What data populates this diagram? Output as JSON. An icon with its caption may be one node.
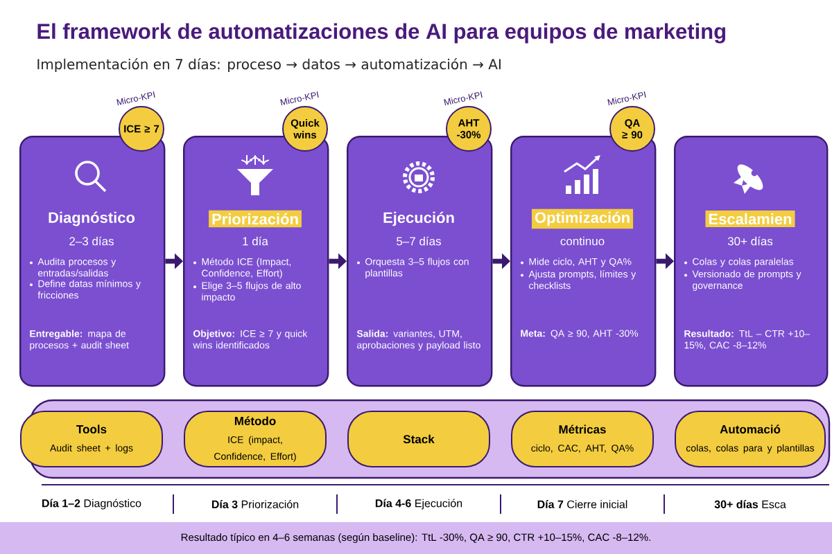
{
  "diagram": {
    "title": "El framework de automatizaciones de AI para equipos de marketing",
    "nodes": [
      {
        "text": [
          "Diagnóstico",
          "2–3 días",
          "Audita procesos y entradas/salidas",
          "Define datas mínimos y fricciones",
          "**Entregable:** mapa de procesos + audit sheet"
        ]
      },
      {
        "text": [
          "ICE ≥ 7"
        ],
        "beside": [
          "Micro-KPI"
        ]
      },
      {
        "text": [
          "Priorización",
          "1 día",
          "Método ICE (Impact, Confidence, Effort)",
          "Elige 3–5 flujos de alto impacto",
          "**Objetivo:** ICE ≥ 7 y quick wins identificados"
        ]
      },
      {
        "text": [
          "Quick wins"
        ],
        "beside": [
          "Micro-KPI"
        ]
      },
      {
        "text": [
          "Ejecución",
          "5–7 días",
          "Orquesta 3–5 flujos con plantillas",
          "**Salida:** variantes, UTM, aprobaciones y payload listo"
        ]
      },
      {
        "text": [
          "AHT -30%"
        ],
        "beside": [
          "Micro-KPI"
        ]
      },
      {
        "text": [
          "Optimización",
          "continuo",
          "Mide ciclo, AHT y QA%",
          "Ajusta prompts, límites y checklists",
          "**Meta:** QA ≥ 90, AHT -30%"
        ]
      },
      {
        "text": [
          "QA ≥ 90"
        ],
        "beside": [
          "Micro-KPI"
        ]
      },
      {
        "text": [
          "Escalamien",
          "30+ días",
          "Colas y colas paralelas",
          "Versionado de prompts y governance",
          "**Resultado:** TtL – CTR +10–15%, CAC -8–12%"
        ]
      },
      {
        "text": [],
        "shape": "box"
      },
      {
        "text": [
          "Tools",
          "Audit sheet + logs"
        ],
        "in": 9
      },
      {
        "text": [
          "Método",
          "ICE (impact, Confidence, Effort)"
        ],
        "in": 9
      },
      {
        "text": [
          "Stack"
        ],
        "in": 9
      },
      {
        "text": [
          "Métricas",
          "ciclo, CAC, AHT, QA%"
        ],
        "in": 9
      },
      {
        "text": [
          "Automació",
          "colas, colas para y plantillas"
        ],
        "in": 9
      }
    ],
    "edges": [
      {
        "from": 0,
        "to": 2,
        "arrow": "to"
      },
      {
        "from": 2,
        "to": 4,
        "arrow": "to"
      },
      {
        "from": 4,
        "to": 6,
        "arrow": "to"
      },
      {
        "from": 6,
        "to": 8,
        "arrow": "to"
      }
    ],
    "labels": [
      "Implementación en 7 días: proceso → datos → automatización → AI",
      "**Día 1–2** Diagnóstico",
      "**Día 3** Priorización",
      "**Día 4-6** Ejecución",
      "**Día 7** Cierre inicial",
      "**30+ días** Esca",
      "Resultado típico en 4–6 semanas (según baseline): TtL -30%, QA ≥ 90, CTR +10–15%, CAC -8–12%."
    ]
  }
}
